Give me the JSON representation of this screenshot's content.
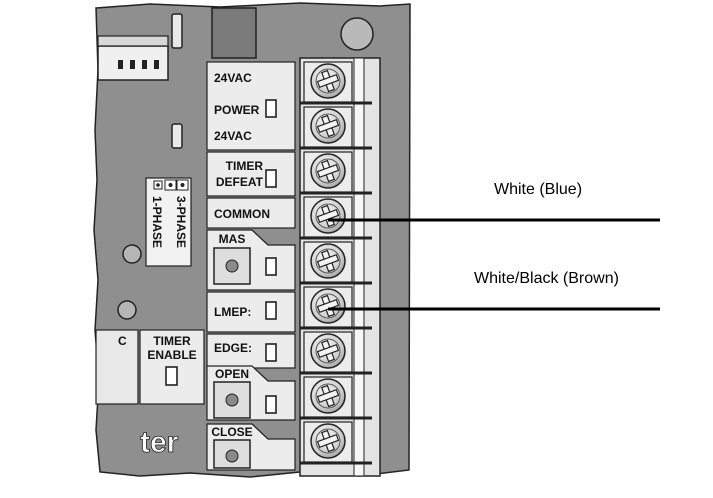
{
  "board": {
    "labels": {
      "ac1": "24VAC",
      "power": "POWER",
      "ac2": "24VAC",
      "timer_defeat_1": "TIMER",
      "timer_defeat_2": "DEFEAT",
      "common": "COMMON",
      "mas": "MAS",
      "lmep": "LMEP:",
      "edge": "EDGE:",
      "open": "OPEN",
      "close": "CLOSE",
      "phase1": "1-PHASE",
      "phase3": "3-PHASE",
      "timer_enable_1": "TIMER",
      "timer_enable_2": "ENABLE",
      "partial_c": "C",
      "brand_fragment": "ter"
    },
    "terminal_count": 9
  },
  "wires": [
    {
      "label": "White (Blue)",
      "terminal": 4
    },
    {
      "label": "White/Black (Brown)",
      "terminal": 6
    }
  ],
  "colors": {
    "board": "#8f8f8f",
    "board_dark": "#6e6e6e",
    "panel": "#ececec",
    "terminal_block": "#e4e4e4",
    "screw": "#d6d6d6",
    "wire": "#000000"
  }
}
